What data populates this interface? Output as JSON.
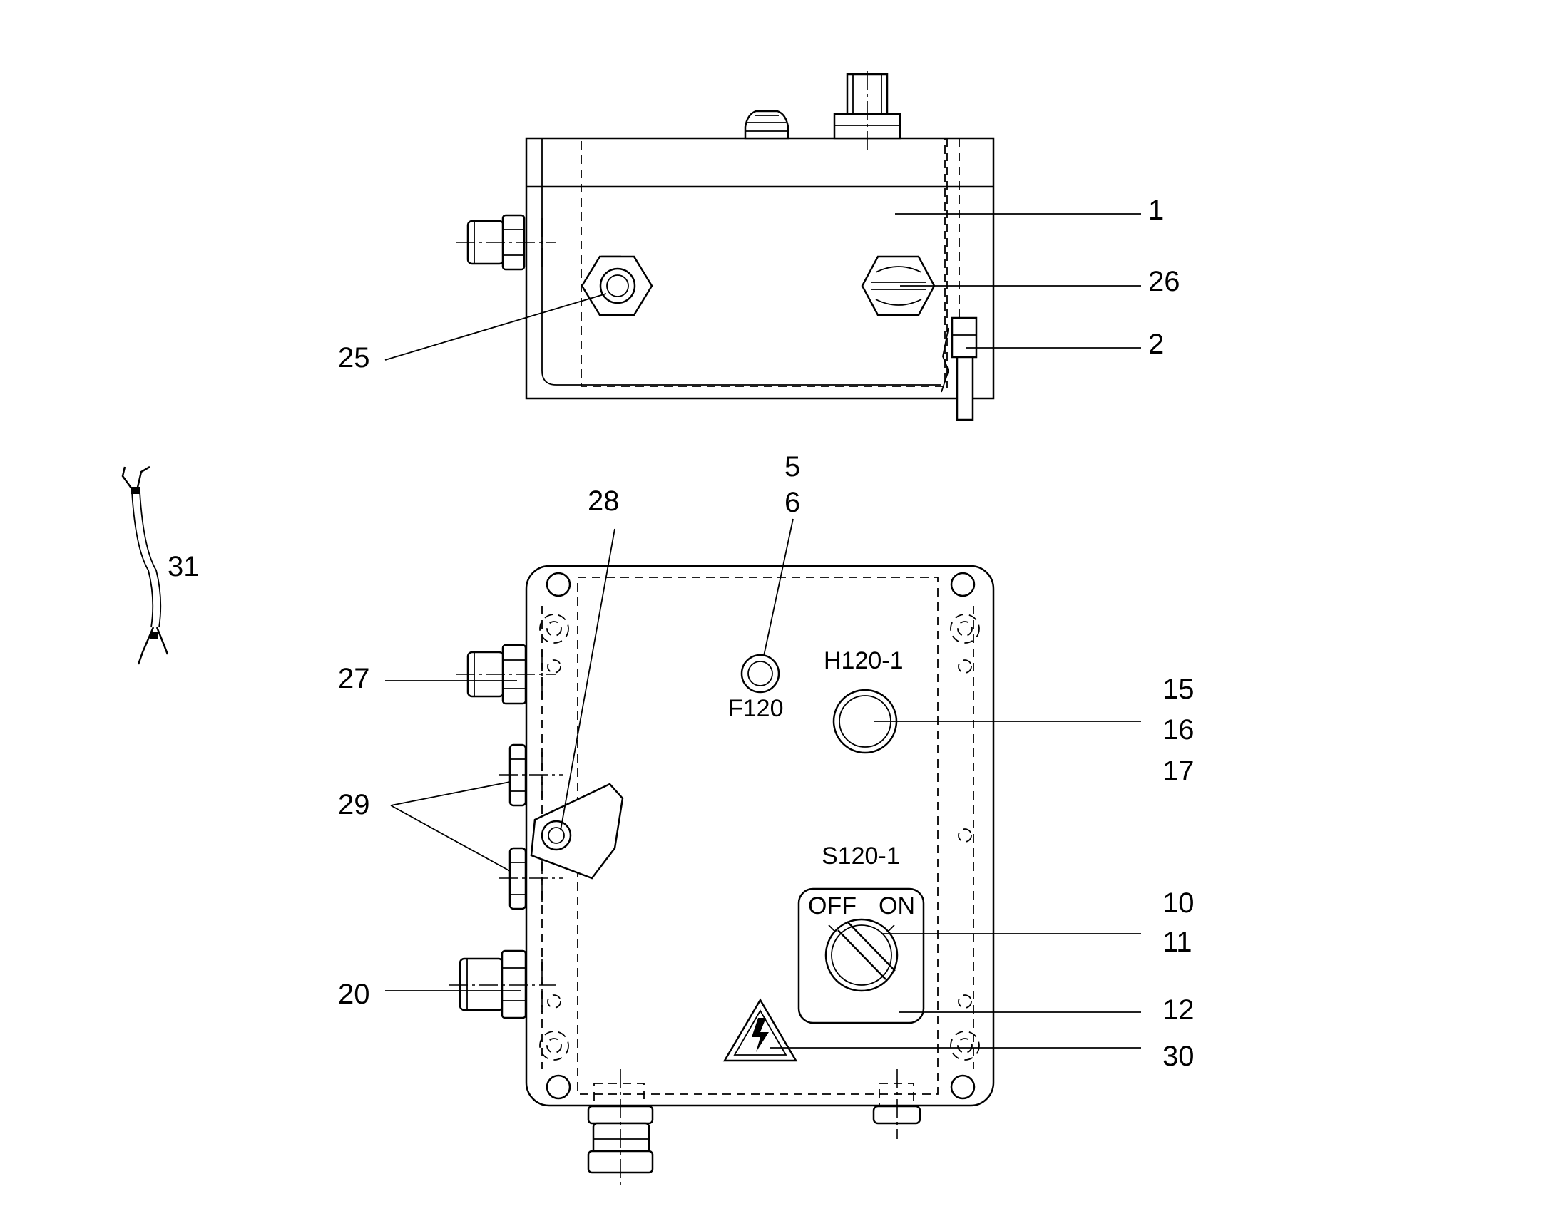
{
  "callouts": {
    "c1": "1",
    "c2": "2",
    "c5": "5",
    "c6": "6",
    "c10": "10",
    "c11": "11",
    "c12": "12",
    "c15": "15",
    "c16": "16",
    "c17": "17",
    "c20": "20",
    "c25": "25",
    "c26": "26",
    "c27": "27",
    "c28": "28",
    "c29": "29",
    "c30": "30",
    "c31": "31"
  },
  "tags": {
    "fuse": "F120",
    "lamp": "H120-1",
    "switch": "S120-1",
    "switch_off": "OFF",
    "switch_on": "ON"
  },
  "icons": {
    "warning": "high-voltage-warning-icon",
    "cable": "cable-icon"
  }
}
